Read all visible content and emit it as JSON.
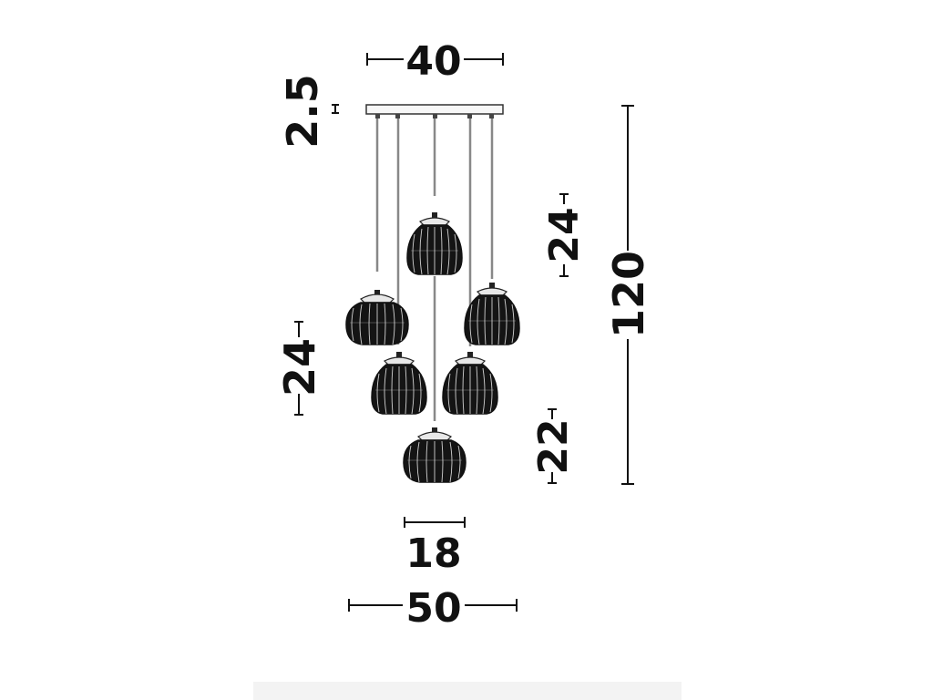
{
  "dimensions": {
    "top_width": "40",
    "canopy_height": "2.5",
    "shade_height_upper": "24",
    "shade_height_left": "24",
    "shade_height_lower": "22",
    "total_height": "120",
    "shade_width": "18",
    "overall_width": "50"
  },
  "colors": {
    "line": "#111111",
    "cable": "#888888",
    "shade": "#141414",
    "shade_stripe": "#f2f2f2",
    "canopy": "#f7f7f7",
    "faint_band": "#f3f3f3"
  }
}
